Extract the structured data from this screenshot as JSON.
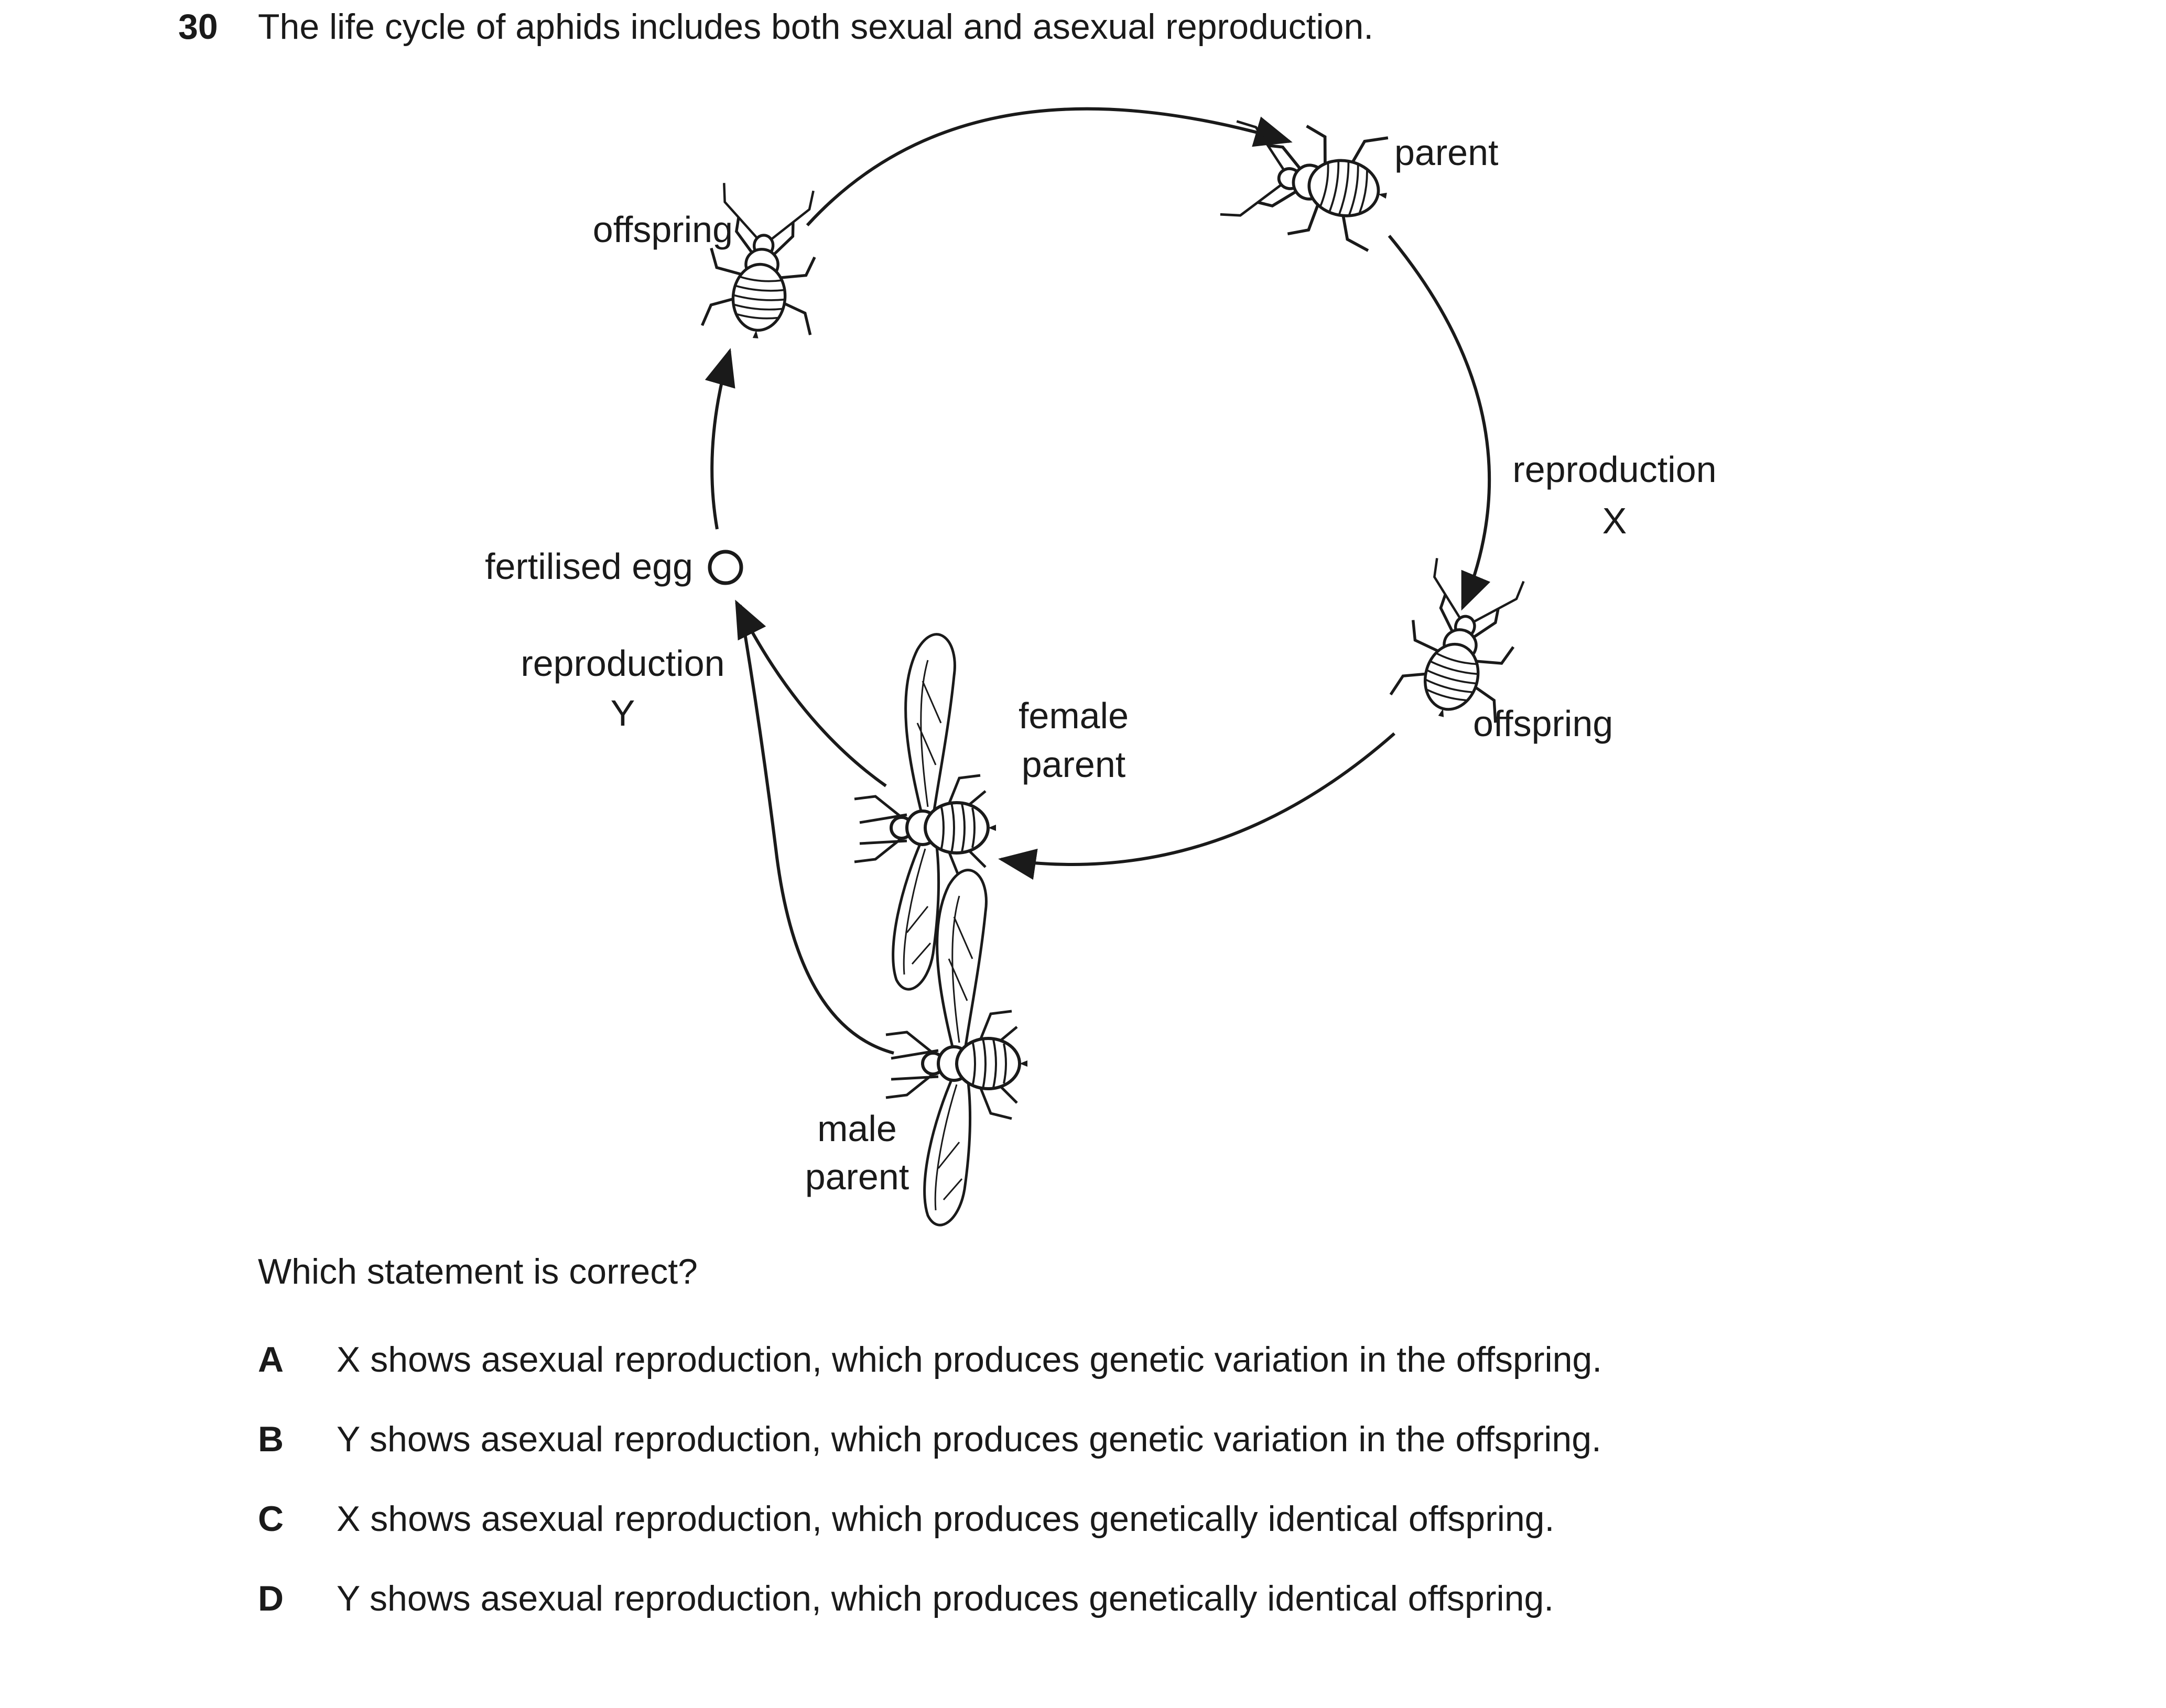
{
  "question": {
    "number": "30",
    "stem": "The life cycle of aphids includes both sexual and asexual reproduction.",
    "prompt": "Which statement is correct?"
  },
  "diagram": {
    "labels": {
      "parent": "parent",
      "reproduction_x": "reproduction",
      "x": "X",
      "offspring_right": "offspring",
      "female_parent_line1": "female",
      "female_parent_line2": "parent",
      "male_parent_line1": "male",
      "male_parent_line2": "parent",
      "reproduction_y": "reproduction",
      "y": "Y",
      "fertilised_egg": "fertilised egg",
      "offspring_left": "offspring"
    }
  },
  "options": [
    {
      "letter": "A",
      "text": "X shows asexual reproduction, which produces genetic variation in the offspring."
    },
    {
      "letter": "B",
      "text": "Y shows asexual reproduction, which produces genetic variation in the offspring."
    },
    {
      "letter": "C",
      "text": "X shows asexual reproduction, which produces genetically identical offspring."
    },
    {
      "letter": "D",
      "text": "Y shows asexual reproduction, which produces genetically identical offspring."
    }
  ]
}
